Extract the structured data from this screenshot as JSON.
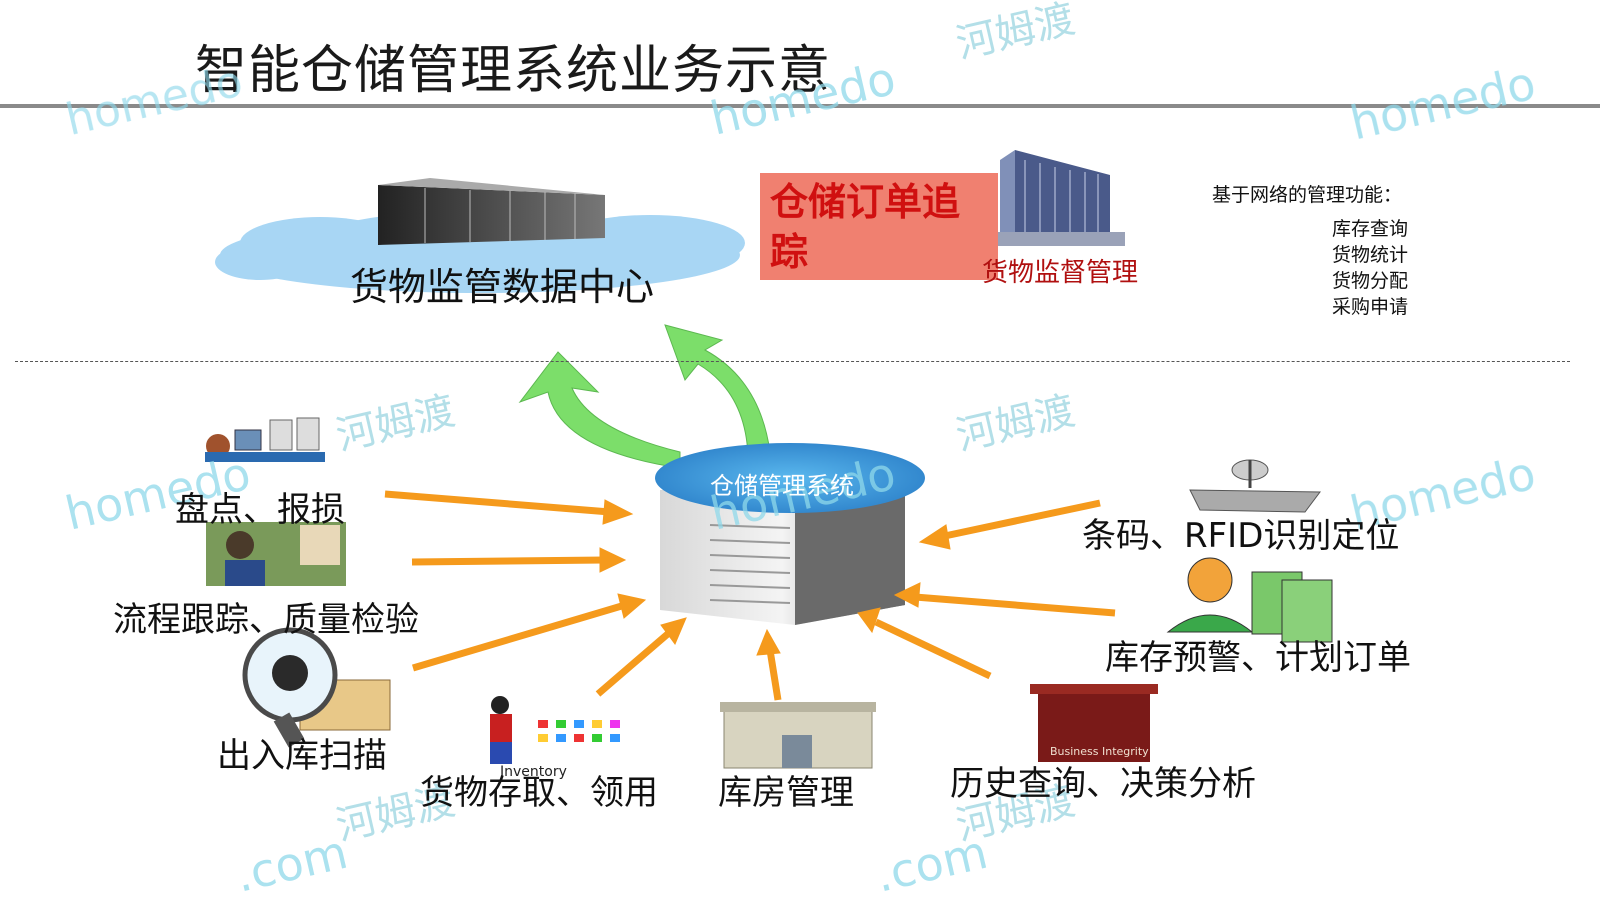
{
  "title": "智能仓储管理系统业务示意",
  "data_center": {
    "label": "货物监管数据中心"
  },
  "order_tracking": {
    "label": "仓储订单追踪"
  },
  "supervision": {
    "label": "货物监督管理"
  },
  "network_functions": {
    "title": "基于网络的管理功能：",
    "items": [
      "库存查询",
      "货物统计",
      "货物分配",
      "采购申请"
    ]
  },
  "core_system": {
    "label": "仓储管理系统"
  },
  "left_nodes": [
    "盘点、报损",
    "流程跟踪、质量检验",
    "出入库扫描"
  ],
  "bottom_nodes": [
    "货物存取、领用",
    "库房管理"
  ],
  "right_nodes": [
    "条码、RFID识别定位",
    "库存预警、计划订单",
    "历史查询、决策分析"
  ],
  "image_text": {
    "inventory": "Inventory",
    "business": "Business Integrity"
  },
  "watermark": {
    "brand": "homedo",
    "domain": ".com",
    "cn": "河姆渡"
  },
  "colors": {
    "arrow": "#f59a1c",
    "cycle_arrow": "#7cde6a",
    "cloud": "#a8d6f4",
    "highlight_box": "#f08070",
    "title_rule": "#8a8a8a"
  }
}
